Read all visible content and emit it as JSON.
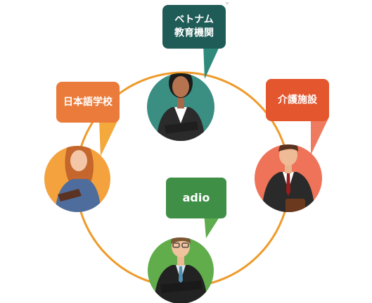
{
  "labels": {
    "top": "ベトナム\n教育機関",
    "left": "日本語学校",
    "right": "介護施設",
    "bottom": "adio"
  },
  "colors": {
    "ring": "#ef9a2a",
    "top_box": "#1f5c57",
    "top_tail": "#2f8a7c",
    "top_circle": "#3a8e82",
    "left_box": "#ea7b3a",
    "left_tail": "#f3a93c",
    "left_circle": "#f3a23d",
    "right_box": "#e4572e",
    "right_tail": "#ee7b5f",
    "right_circle": "#ee7358",
    "bottom_box": "#3f8f46",
    "bottom_tail": "#5fac4e",
    "bottom_circle": "#61ad4c"
  }
}
